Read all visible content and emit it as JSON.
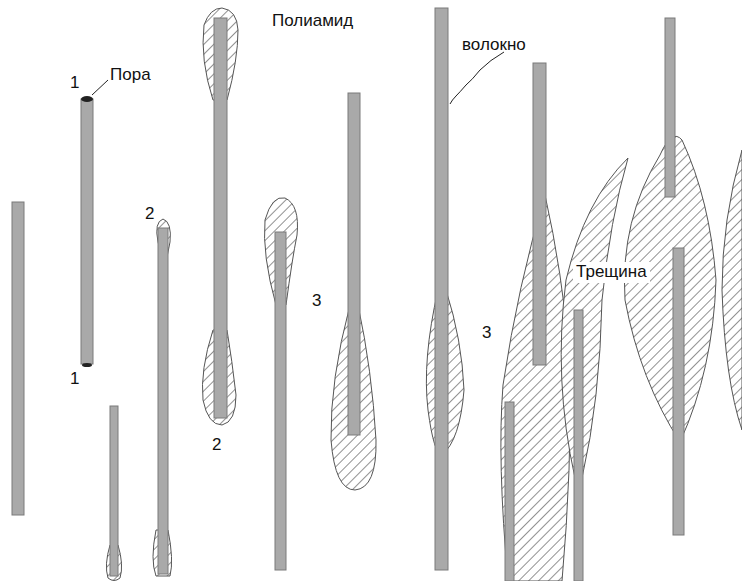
{
  "diagram": {
    "labels": [
      "1",
      "Пора",
      "1",
      "2",
      "Полиамид",
      "2",
      "3",
      "волокно",
      "3",
      "Трещина"
    ]
  }
}
